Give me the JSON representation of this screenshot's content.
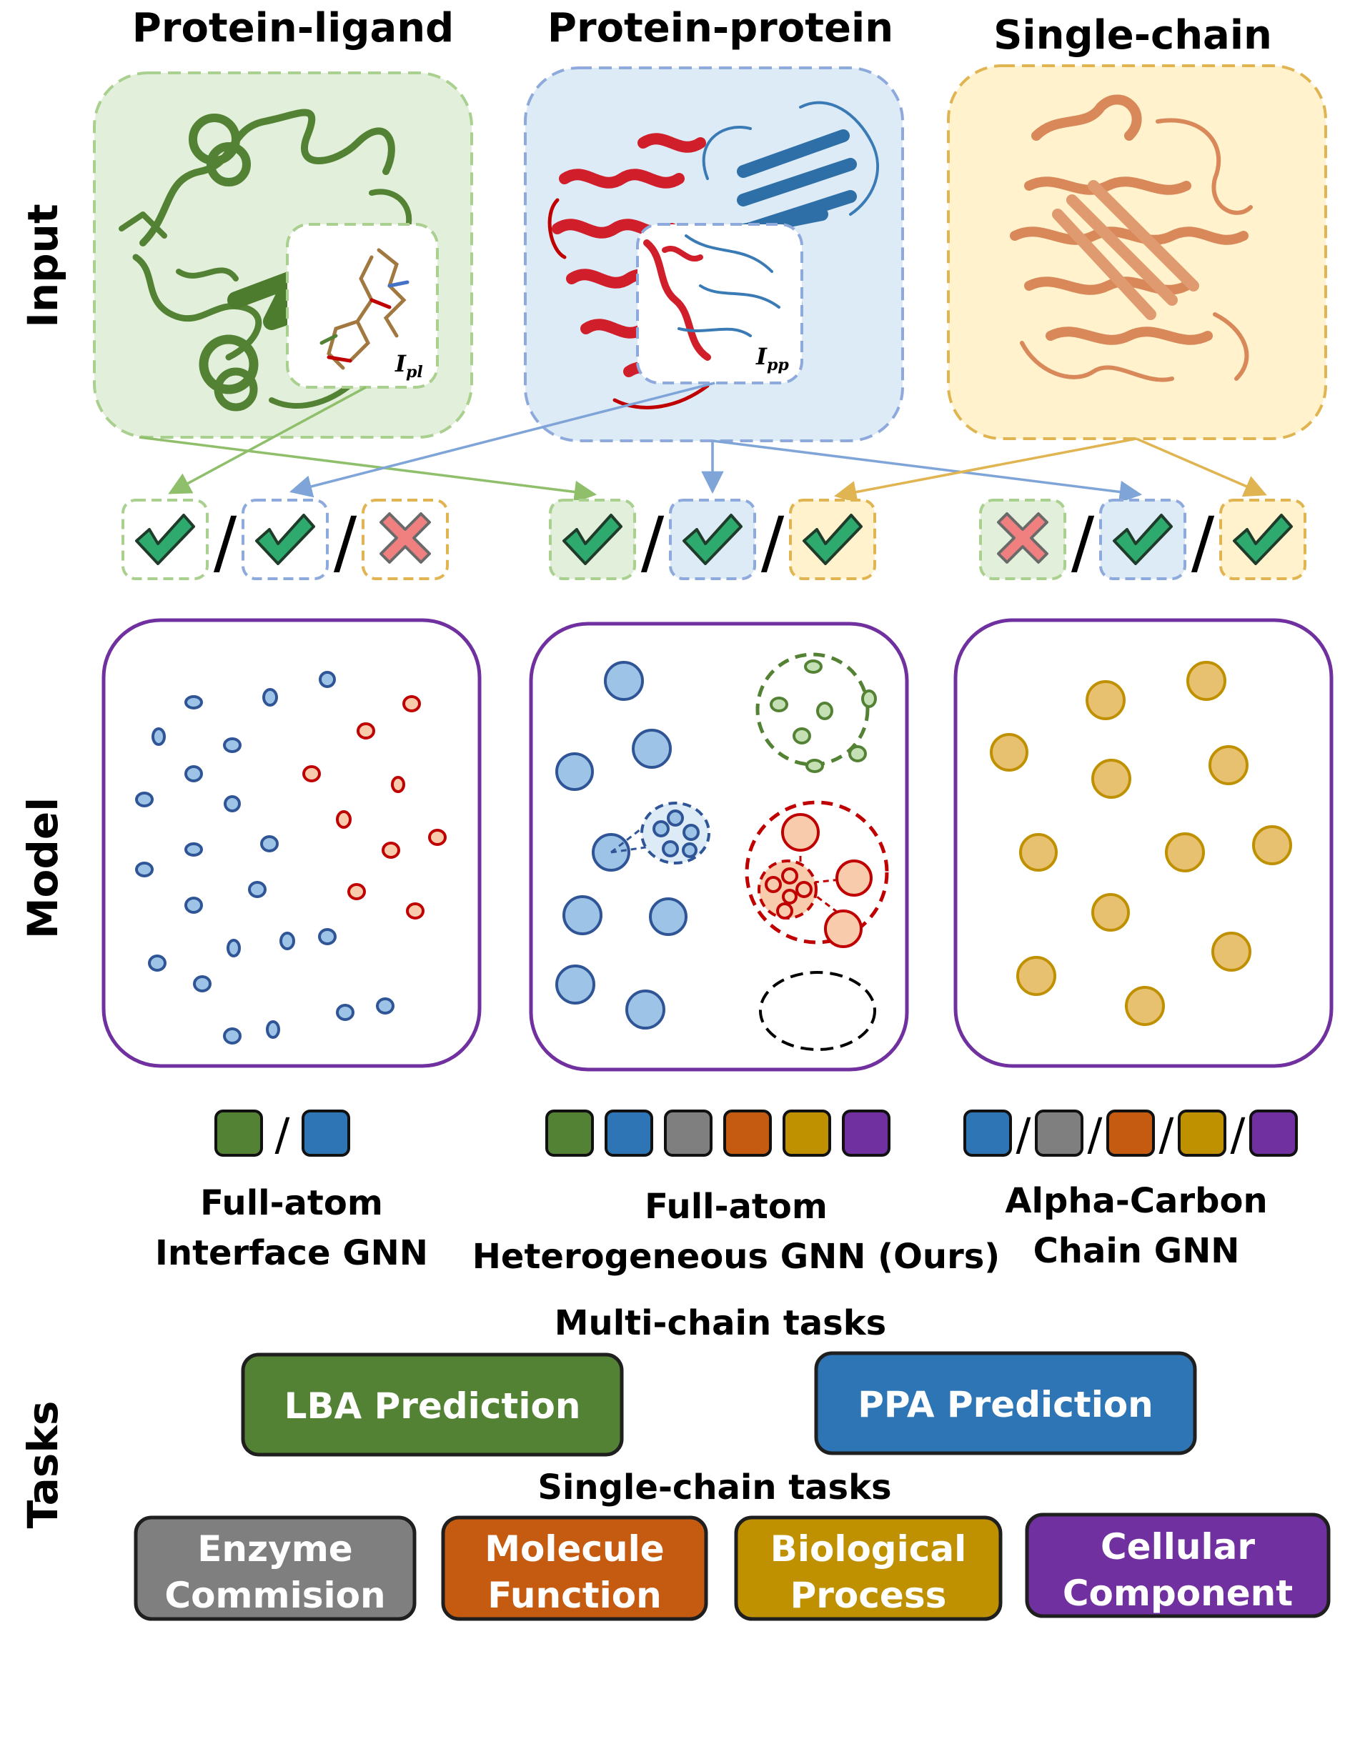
{
  "sections": {
    "input": "Input",
    "model": "Model",
    "tasks": "Tasks"
  },
  "columns": [
    {
      "title": "Protein-ligand",
      "interface": "I",
      "interface_sub": "pl",
      "model_lines": [
        "Full-atom",
        "Interface GNN"
      ]
    },
    {
      "title": "Protein-protein",
      "interface": "I",
      "interface_sub": "pp",
      "model_lines": [
        "Full-atom",
        "Heterogeneous GNN (Ours)"
      ]
    },
    {
      "title": "Single-chain",
      "model_lines": [
        "Alpha-Carbon",
        "Chain GNN"
      ]
    }
  ],
  "compatibility": [
    [
      "check",
      "check",
      "cross"
    ],
    [
      "check",
      "check",
      "check"
    ],
    [
      "cross",
      "check",
      "check"
    ]
  ],
  "separator": "/",
  "tasks": {
    "multi_title": "Multi-chain tasks",
    "single_title": "Single-chain tasks",
    "multi": [
      {
        "label": "LBA Prediction",
        "color": "#548235"
      },
      {
        "label": "PPA Prediction",
        "color": "#2E75B6"
      }
    ],
    "single": [
      {
        "line1": "Enzyme",
        "line2": "Commision",
        "color": "#7F7F7F"
      },
      {
        "line1": "Molecule",
        "line2": "Function",
        "color": "#C55A11"
      },
      {
        "line1": "Biological",
        "line2": "Process",
        "color": "#BF9000"
      },
      {
        "line1": "Cellular",
        "line2": "Component",
        "color": "#7030A0"
      }
    ]
  },
  "colors": {
    "green": "#548235",
    "blue": "#2E75B6",
    "gray": "#7F7F7F",
    "orange": "#C55A11",
    "gold": "#BF9000",
    "purple": "#7030A0",
    "panel_green": "#E2EFDA",
    "panel_blue": "#DDEBF7",
    "panel_yellow": "#FFF2CC",
    "check": "#2EAA6E",
    "cross": "#F08080"
  }
}
